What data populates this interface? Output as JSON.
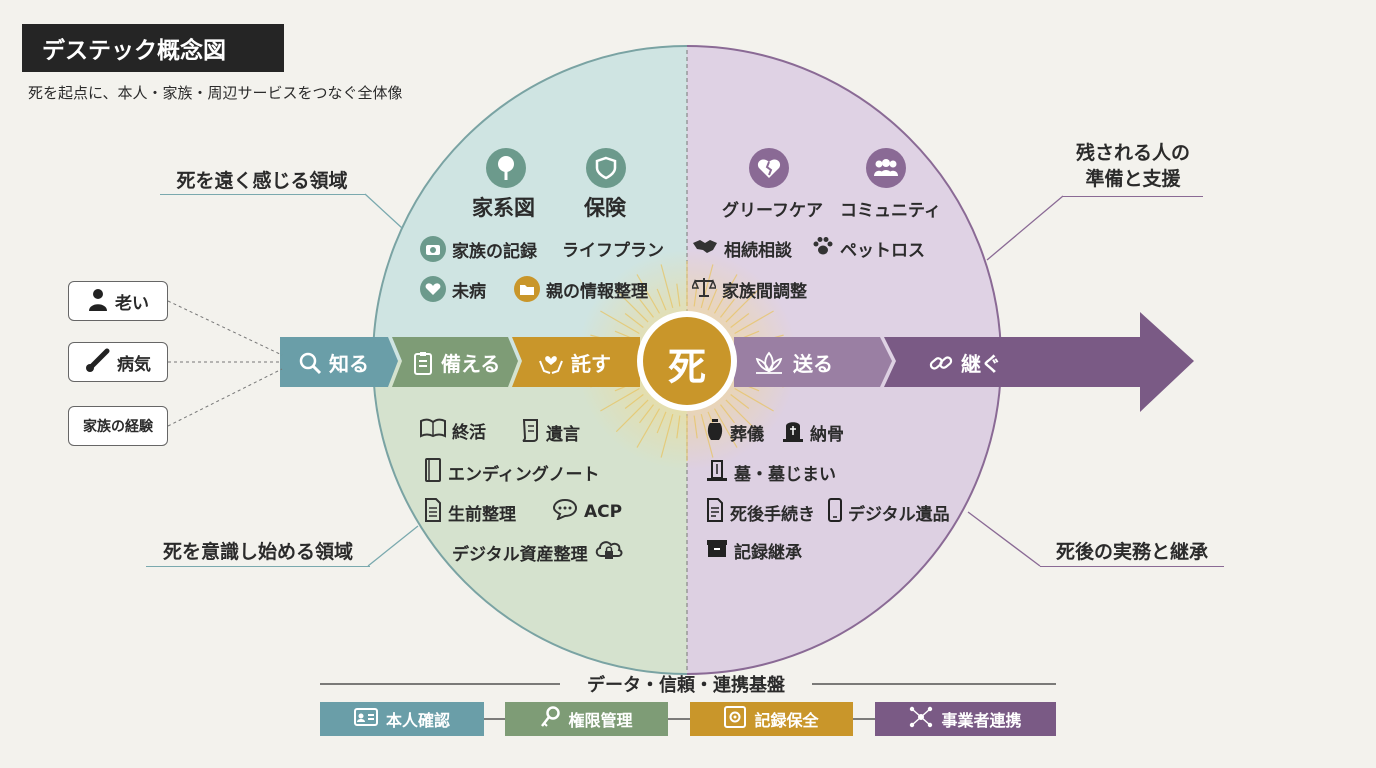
{
  "header": {
    "title": "デステック概念図",
    "subtitle": "死を起点に、本人・家族・周辺サービスをつなぐ全体像"
  },
  "regions": {
    "top_left": "死を遠く感じる領域",
    "bottom_left": "死を意識し始める領域",
    "top_right_line1": "残される人の",
    "top_right_line2": "準備と支援",
    "bottom_right": "死後の実務と継承"
  },
  "triggers": [
    "老い",
    "病気",
    "家族の経験"
  ],
  "center": "死",
  "stages": [
    "知る",
    "備える",
    "託す",
    "送る",
    "継ぐ"
  ],
  "quadrants": {
    "top_left": {
      "big": [
        "家系図",
        "保険"
      ],
      "items": [
        "家族の記録",
        "ライフプラン",
        "未病",
        "親の情報整理"
      ]
    },
    "top_right": {
      "big": [
        "グリーフケア",
        "コミュニティ"
      ],
      "items": [
        "相続相談",
        "ペットロス",
        "家族間調整"
      ]
    },
    "bottom_left": {
      "items": [
        "終活",
        "遺言",
        "エンディングノート",
        "生前整理",
        "ACP",
        "デジタル資産整理"
      ]
    },
    "bottom_right": {
      "items": [
        "葬儀",
        "納骨",
        "墓・墓じまい",
        "死後手続き",
        "デジタル遺品",
        "記録継承"
      ]
    }
  },
  "foundation": {
    "title": "データ・信頼・連携基盤",
    "items": [
      "本人確認",
      "権限管理",
      "記録保全",
      "事業者連携"
    ]
  },
  "colors": {
    "teal": "#6a9ea8",
    "green": "#7e9c76",
    "gold": "#c9962a",
    "purple": "#7a5a85",
    "lilac": "#9a7fa3"
  }
}
